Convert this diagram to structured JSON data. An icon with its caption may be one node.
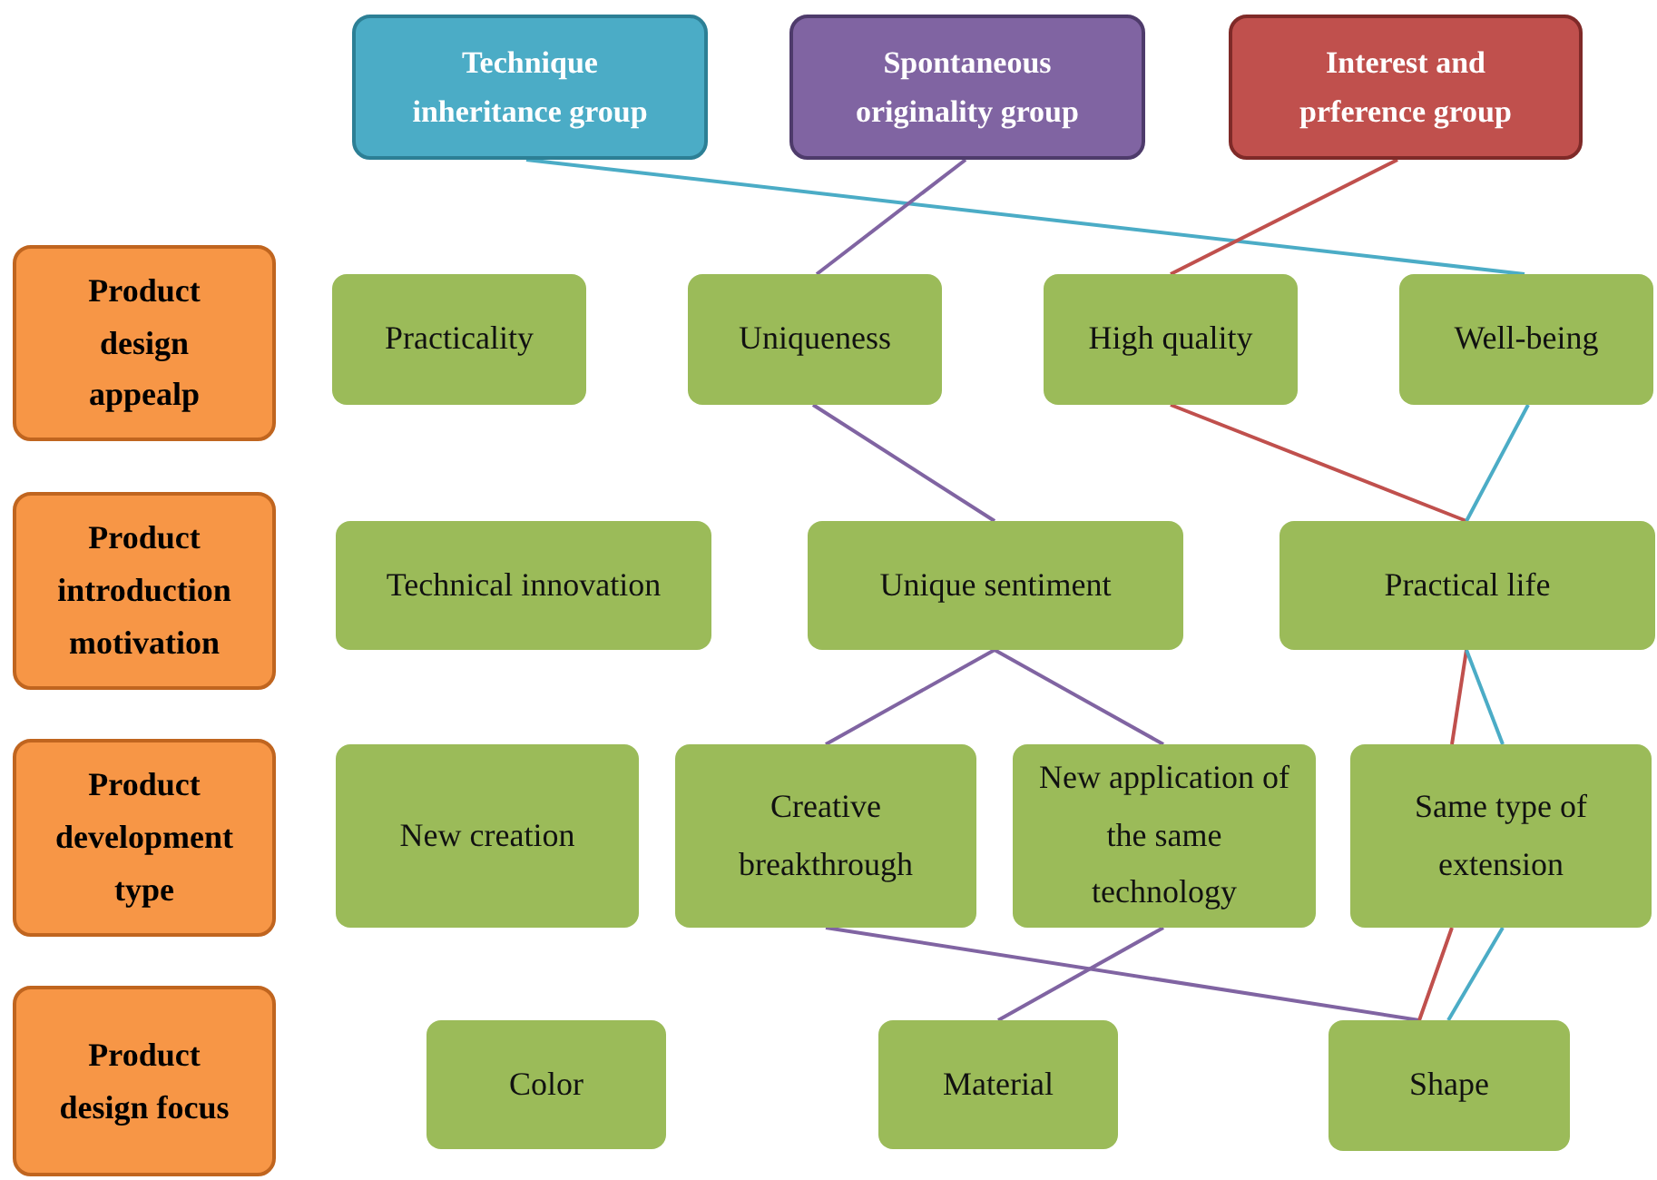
{
  "diagram": {
    "nodes": [
      {
        "text": [
          "Technique inheritance group"
        ]
      },
      {
        "text": [
          "Spontaneous originality group"
        ]
      },
      {
        "text": [
          "Interest and prference group"
        ]
      },
      {
        "text": [
          "Product design appealp"
        ]
      },
      {
        "text": [
          "Practicality"
        ]
      },
      {
        "text": [
          "Uniqueness"
        ]
      },
      {
        "text": [
          "High quality"
        ]
      },
      {
        "text": [
          "Well-being"
        ]
      },
      {
        "text": [
          "Product introduction motivation"
        ]
      },
      {
        "text": [
          "Technical innovation"
        ]
      },
      {
        "text": [
          "Unique sentiment"
        ]
      },
      {
        "text": [
          "Practical life"
        ]
      },
      {
        "text": [
          "Product development type"
        ]
      },
      {
        "text": [
          "New creation"
        ]
      },
      {
        "text": [
          "Creative breakthrough"
        ]
      },
      {
        "text": [
          "New application of the same technology"
        ]
      },
      {
        "text": [
          "Same type of extension"
        ]
      },
      {
        "text": [
          "Product design focus"
        ]
      },
      {
        "text": [
          "Color"
        ]
      },
      {
        "text": [
          "Material"
        ]
      },
      {
        "text": [
          "Shape"
        ]
      }
    ],
    "edges": [
      {
        "from": 0,
        "to": 7,
        "arrow": "none",
        "color": "#4bacc6"
      },
      {
        "from": 1,
        "to": 5,
        "arrow": "none"
      },
      {
        "from": 2,
        "to": 6,
        "arrow": "none",
        "color": "#c0504d"
      },
      {
        "from": 5,
        "to": 10,
        "arrow": "none"
      },
      {
        "from": 6,
        "to": 11,
        "arrow": "none",
        "color": "#c0504d"
      },
      {
        "from": 7,
        "to": 11,
        "arrow": "none",
        "color": "#4bacc6"
      },
      {
        "from": 10,
        "to": 14,
        "arrow": "none"
      },
      {
        "from": 10,
        "to": 15,
        "arrow": "none"
      },
      {
        "from": 11,
        "to": 16,
        "arrow": "none",
        "color": "#c0504d"
      },
      {
        "from": 11,
        "to": 16,
        "arrow": "none",
        "color": "#4bacc6"
      },
      {
        "from": 14,
        "to": 20,
        "arrow": "none"
      },
      {
        "from": 15,
        "to": 19,
        "arrow": "none"
      },
      {
        "from": 16,
        "to": 20,
        "arrow": "none",
        "color": "#c0504d"
      },
      {
        "from": 16,
        "to": 20,
        "arrow": "none",
        "color": "#4bacc6"
      }
    ]
  }
}
